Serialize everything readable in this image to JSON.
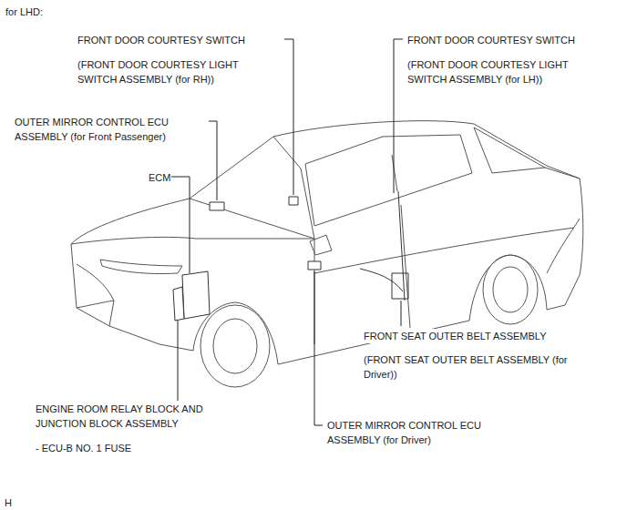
{
  "diagram": {
    "title": "for LHD:",
    "labels": [
      "FRONT DOOR COURTESY SWITCH",
      "(FRONT DOOR COURTESY LIGHT SWITCH ASSEMBLY (for RH))",
      "FRONT DOOR COURTESY SWITCH",
      "(FRONT DOOR COURTESY LIGHT SWITCH ASSEMBLY (for LH))",
      "OUTER MIRROR CONTROL ECU ASSEMBLY (for Front Passenger)",
      "ECM",
      "FRONT SEAT OUTER BELT ASSEMBLY",
      "(FRONT SEAT OUTER BELT ASSEMBLY (for Driver))",
      "ENGINE ROOM RELAY BLOCK AND JUNCTION BLOCK ASSEMBLY",
      "- ECU-B NO. 1 FUSE",
      "OUTER MIRROR CONTROL ECU ASSEMBLY (for Driver)",
      "H"
    ]
  }
}
